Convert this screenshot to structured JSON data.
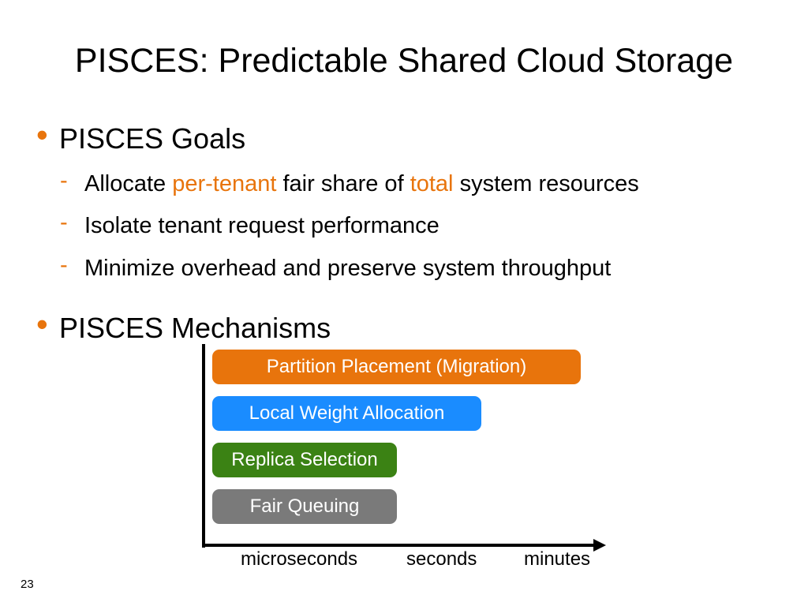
{
  "title": "PISCES: Predictable Shared Cloud Storage",
  "colors": {
    "accent": "#e8740c",
    "partition_placement": "#e8740c",
    "local_weight": "#1a8cff",
    "replica_selection": "#3b8214",
    "fair_queuing": "#7a7a7a"
  },
  "bullets": [
    {
      "text": "PISCES Goals",
      "subitems": [
        {
          "before": "Allocate ",
          "highlight1": "per-tenant",
          "middle": " fair share of ",
          "highlight2": "total",
          "after": " system resources"
        },
        {
          "text": "Isolate tenant request performance"
        },
        {
          "text": "Minimize overhead and preserve system throughput"
        }
      ]
    },
    {
      "text": "PISCES Mechanisms"
    }
  ],
  "diagram": {
    "bars": [
      {
        "label": "Partition Placement (Migration)"
      },
      {
        "label": "Local Weight Allocation"
      },
      {
        "label": "Replica Selection"
      },
      {
        "label": "Fair Queuing"
      }
    ],
    "axis_labels": [
      "microseconds",
      "seconds",
      "minutes"
    ]
  },
  "page_number": "23"
}
